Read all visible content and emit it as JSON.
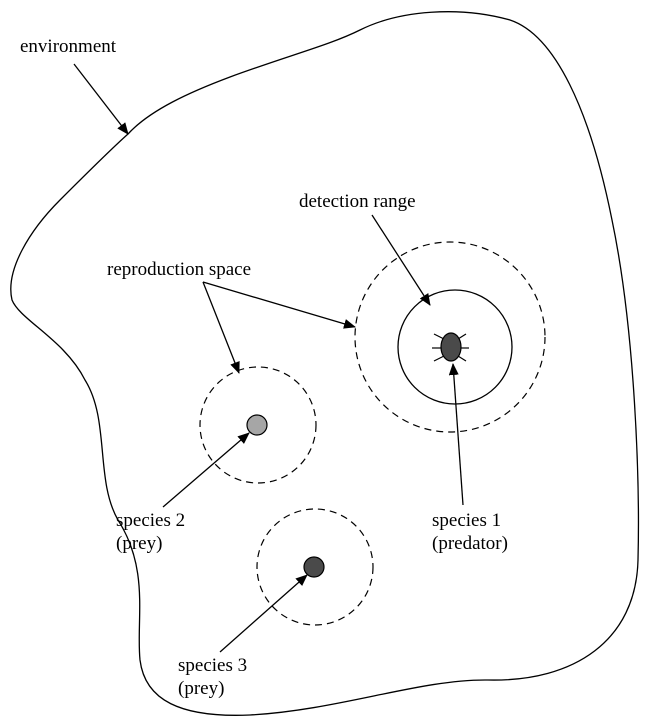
{
  "labels": {
    "environment": "environment",
    "detection_range": "detection range",
    "reproduction_space": "reproduction space",
    "species1_name": "species 1",
    "species1_role": "(predator)",
    "species2_name": "species 2",
    "species2_role": "(prey)",
    "species3_name": "species 3",
    "species3_role": "(prey)"
  },
  "colors": {
    "line": "#000000",
    "predator_fill": "#4a4a4a",
    "species2_fill": "#a6a6a6",
    "species3_fill": "#4a4a4a",
    "background": "#ffffff"
  }
}
